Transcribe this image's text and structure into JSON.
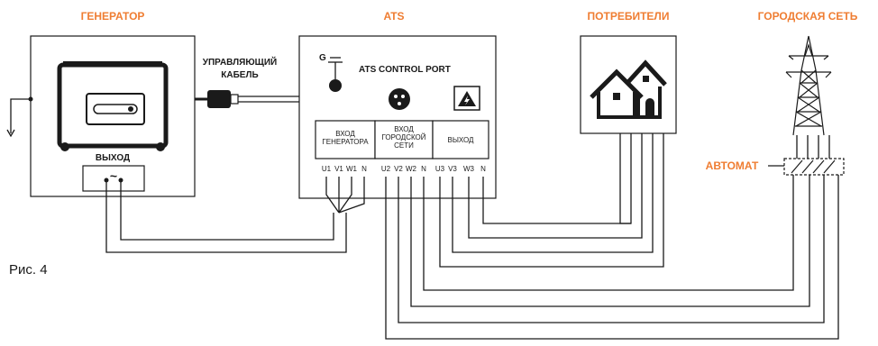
{
  "labels": {
    "generator": "ГЕНЕРАТОР",
    "ats": "ATS",
    "consumers": "ПОТРЕБИТЕЛИ",
    "city_grid": "ГОРОДСКАЯ СЕТЬ",
    "control_cable_line1": "УПРАВЛЯЮЩИЙ",
    "control_cable_line2": "КАБЕЛЬ",
    "ats_control_port": "ATS CONTROL PORT",
    "ground": "G",
    "generator_output": "ВЫХОД",
    "breaker": "АВТОМАТ",
    "figure": "Рис. 4",
    "tilde": "~"
  },
  "terminal_blocks": {
    "gen_input_line1": "ВХОД",
    "gen_input_line2": "ГЕНЕРАТОРА",
    "grid_input_line1": "ВХОД",
    "grid_input_line2": "ГОРОДСКОЙ",
    "grid_input_line3": "СЕТИ",
    "output": "ВЫХОД"
  },
  "terminals": [
    "U1",
    "V1",
    "W1",
    "N",
    "U2",
    "V2",
    "W2",
    "N",
    "U3",
    "V3",
    "W3",
    "N"
  ],
  "colors": {
    "accent": "#ef7d32",
    "line": "#1a1a1a"
  }
}
